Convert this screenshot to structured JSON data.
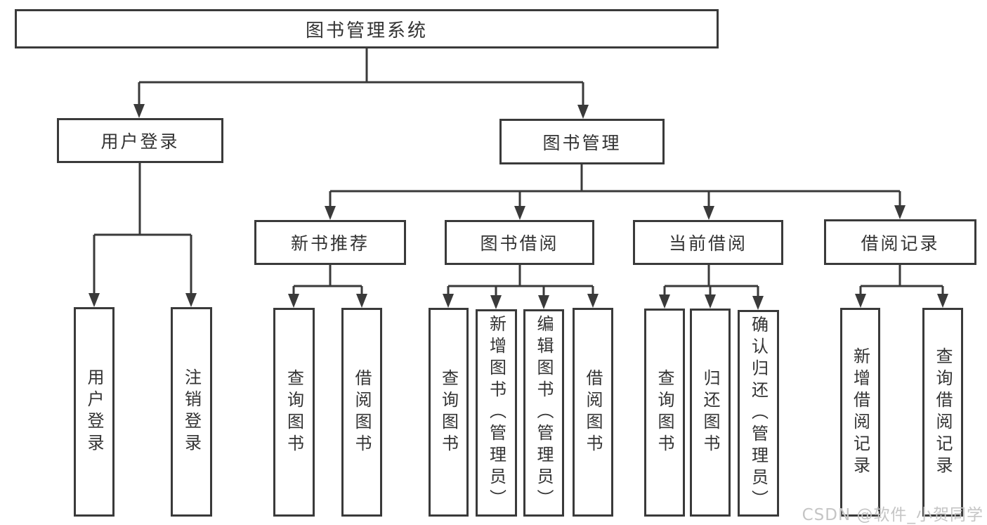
{
  "tree": {
    "label": "图书管理系统",
    "children": [
      {
        "label": "用户登录",
        "children": [
          {
            "label": "用户登录"
          },
          {
            "label": "注销登录"
          }
        ]
      },
      {
        "label": "图书管理",
        "children": [
          {
            "label": "新书推荐",
            "children": [
              {
                "label": "查询图书"
              },
              {
                "label": "借阅图书"
              }
            ]
          },
          {
            "label": "图书借阅",
            "children": [
              {
                "label": "查询图书"
              },
              {
                "label": "新增图书（管理员）"
              },
              {
                "label": "编辑图书（管理员）"
              },
              {
                "label": "借阅图书"
              }
            ]
          },
          {
            "label": "当前借阅",
            "children": [
              {
                "label": "查询图书"
              },
              {
                "label": "归还图书"
              },
              {
                "label": "确认归还（管理员）"
              }
            ]
          },
          {
            "label": "借阅记录",
            "children": [
              {
                "label": "新增借阅记录"
              },
              {
                "label": "查询借阅记录"
              }
            ]
          }
        ]
      }
    ]
  },
  "watermark": {
    "text": "CSDN @软件_小贺同学"
  },
  "colors": {
    "line": "#3a3a3a",
    "box_border": "#3a3a3a",
    "text": "#333333",
    "watermark": "#c5c5c5",
    "background": "#ffffff"
  }
}
